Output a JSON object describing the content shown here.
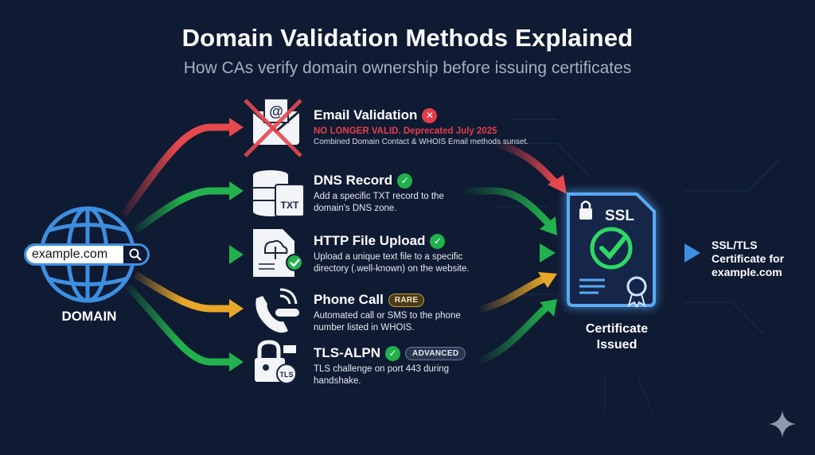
{
  "header": {
    "title": "Domain Validation Methods Explained",
    "subtitle": "How CAs verify domain ownership before issuing certificates"
  },
  "source": {
    "search_value": "example.com",
    "label": "DOMAIN",
    "icon": "globe-icon",
    "globe_color": "#3d8fe0"
  },
  "methods": [
    {
      "name": "Email Validation",
      "status": "invalid",
      "status_icon": "x-circle-icon",
      "warning": "NO LONGER VALID. Deprecated July 2025",
      "description": "Combined Domain Contact & WHOIS Email methods sunset.",
      "icon": "email-crossed-icon",
      "arrow_color": "#e5484d"
    },
    {
      "name": "DNS Record",
      "status": "valid",
      "status_icon": "check-circle-icon",
      "description_line1": "Add a specific TXT record to the",
      "description_line2": "domain's DNS zone.",
      "icon": "dns-txt-icon",
      "icon_text": "TXT",
      "arrow_color": "#22b14c"
    },
    {
      "name": "HTTP File Upload",
      "status": "valid",
      "status_icon": "check-circle-icon",
      "description_line1": "Upload a unique text file to a specific",
      "description_line2": "directory (.well-known) on the website.",
      "icon": "file-upload-icon",
      "arrow_color": "#22b14c"
    },
    {
      "name": "Phone Call",
      "badge": "RARE",
      "description_line1": "Automated call or SMS to the phone",
      "description_line2": "number listed in WHOIS.",
      "icon": "phone-icon",
      "arrow_color": "#e9a727"
    },
    {
      "name": "TLS-ALPN",
      "status": "valid",
      "status_icon": "check-circle-icon",
      "badge": "ADVANCED",
      "description_line1": "TLS challenge on port 443 during",
      "description_line2": "handshake.",
      "icon": "lock-tls-icon",
      "icon_text": "TLS",
      "arrow_color": "#22b14c"
    }
  ],
  "certificate": {
    "badge_text": "SSL",
    "label_line1": "Certificate",
    "label_line2": "Issued",
    "icon": "ssl-certificate-icon",
    "glow_color": "#3d8fe0"
  },
  "result": {
    "line1": "SSL/TLS",
    "line2": "Certificate for",
    "line3": "example.com"
  },
  "colors": {
    "background": "#0f1a33",
    "valid": "#22b14c",
    "invalid": "#e5484d",
    "rare": "#e9a727",
    "accent": "#3d8fe0"
  }
}
